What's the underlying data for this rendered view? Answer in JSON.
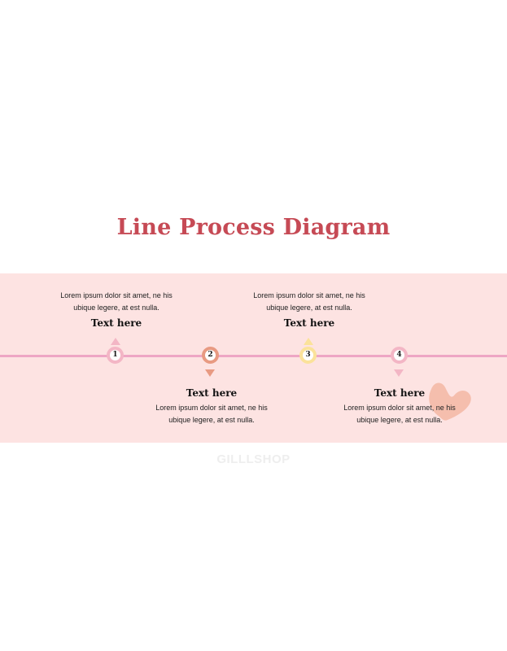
{
  "title": "Line Process Diagram",
  "colors": {
    "title": "#c64a55",
    "band": "#fde3e2",
    "line": "#eea6c4",
    "node_pink": "#f3b6c5",
    "node_salmon": "#e89a82",
    "node_yellow": "#fbe29a",
    "heart": "#f4b9a7"
  },
  "steps": [
    {
      "number": "1",
      "heading": "Text here",
      "description": "Lorem ipsum dolor sit amet, ne his ubique legere, at est nulla.",
      "position": "above"
    },
    {
      "number": "2",
      "heading": "Text here",
      "description": "Lorem ipsum dolor sit amet, ne his ubique legere, at est nulla.",
      "position": "below"
    },
    {
      "number": "3",
      "heading": "Text here",
      "description": "Lorem ipsum dolor sit amet, ne his ubique legere, at est nulla.",
      "position": "above"
    },
    {
      "number": "4",
      "heading": "Text here",
      "description": "Lorem ipsum dolor sit amet, ne his ubique legere, at est nulla.",
      "position": "below"
    }
  ],
  "decoration_icon": "heart-icon",
  "watermark": "GILLLSHOP"
}
